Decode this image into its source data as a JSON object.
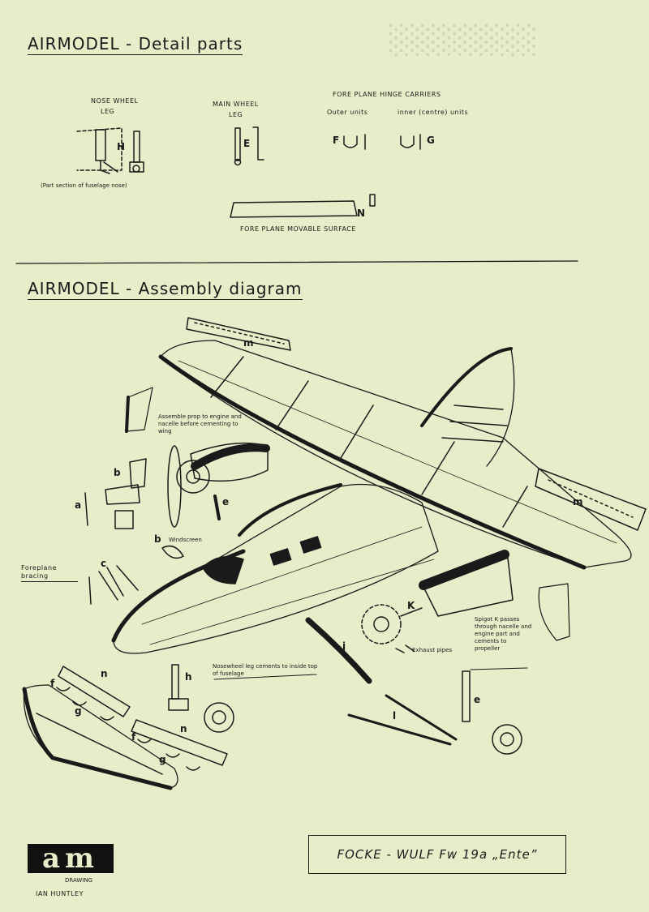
{
  "detail": {
    "title": "AIRMODEL - Detail parts",
    "nose_wheel_leg": {
      "line1": "NOSE WHEEL",
      "line2": "LEG",
      "part_letter": "H",
      "caption": "(Part section of fuselage nose)"
    },
    "main_wheel_leg": {
      "line1": "MAIN WHEEL",
      "line2": "LEG",
      "part_letter": "E"
    },
    "hinge_carriers": {
      "line1": "FORE PLANE  HINGE CARRIERS",
      "outer": "Outer units",
      "inner": "inner (centre) units",
      "letter_f": "F",
      "letter_g": "G"
    },
    "movable_surface": {
      "caption": "FORE PLANE  MOVABLE  SURFACE",
      "part_letter": "N"
    }
  },
  "assembly": {
    "title": "AIRMODEL - Assembly diagram",
    "note_prop": "Assemble prop to engine and nacelle before cementing to wing",
    "windscreen": "Windscreen",
    "foreplane_bracing": "Foreplane bracing",
    "nosewheel_note": "Nosewheel leg cements to inside top of fuselage",
    "exhaust_pipes": "Exhaust pipes",
    "spigot_note": "Spigot K passes through nacelle and engine part and cements to propeller",
    "letters": {
      "m_top": "m",
      "m_right": "m",
      "a": "a",
      "b": "b",
      "b2": "b",
      "c": "c",
      "e": "e",
      "e2": "e",
      "h": "h",
      "j": "j",
      "k": "K",
      "l": "l",
      "n1": "n",
      "n2": "n",
      "f1": "f",
      "g1": "g",
      "f2": "f",
      "g2": "g"
    }
  },
  "footer": {
    "logo": "am",
    "drawing_by_line1": "DRAWING",
    "drawing_by_line2": "IAN  HUNTLEY",
    "model_title": "FOCKE - WULF  Fw 19a „Ente”"
  },
  "colors": {
    "paper": "#e9ecc9",
    "ink": "#1a1a1a"
  }
}
